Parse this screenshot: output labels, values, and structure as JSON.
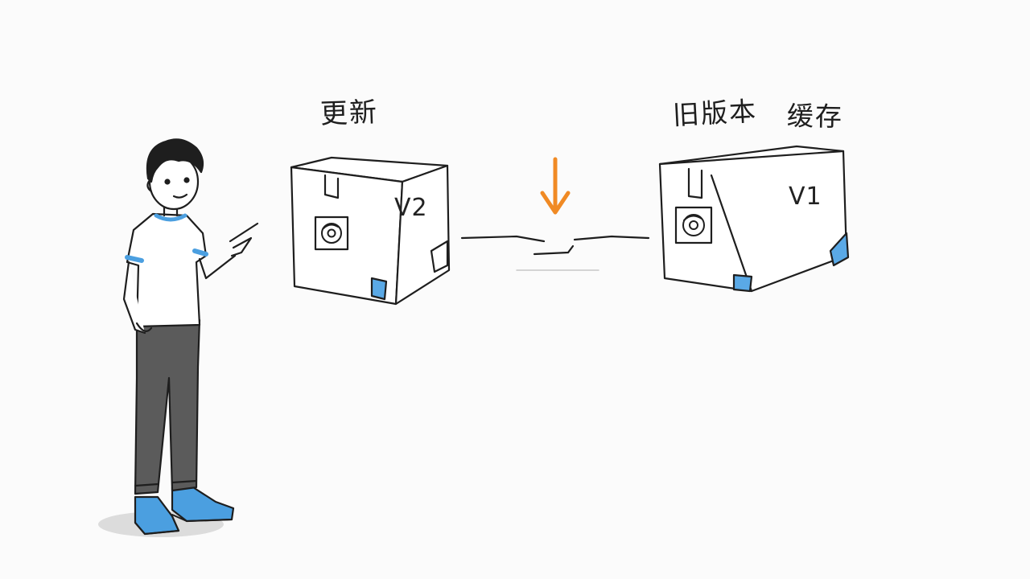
{
  "labels": {
    "update": "更新",
    "old_version": "旧版本",
    "cache": "缓存"
  },
  "boxes": {
    "new_box_version": "V2",
    "old_box_version": "V1"
  },
  "colors": {
    "ink": "#1e1e1e",
    "accent_blue": "#5aa9e6",
    "arrow_orange": "#f08a24",
    "pants_gray": "#5b5b5b"
  },
  "icons": {
    "box_sticker": "browser-logo-icon",
    "arrow": "arrow-down-icon"
  }
}
